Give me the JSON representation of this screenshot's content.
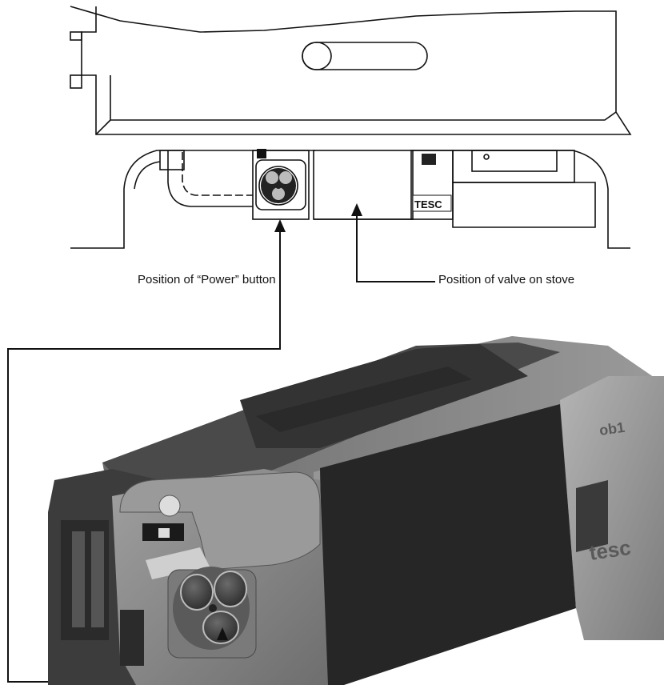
{
  "callouts": {
    "power_button": "Position of “Power” button",
    "valve": "Position of valve on stove"
  },
  "brand": {
    "label_top": "TESC",
    "label_bottom": "tesc",
    "label_side": "ob1"
  },
  "colors": {
    "line": "#111111",
    "device_body": "#8a8a8a",
    "device_dark": "#2a2a2a",
    "device_light": "#b9b9b9"
  }
}
